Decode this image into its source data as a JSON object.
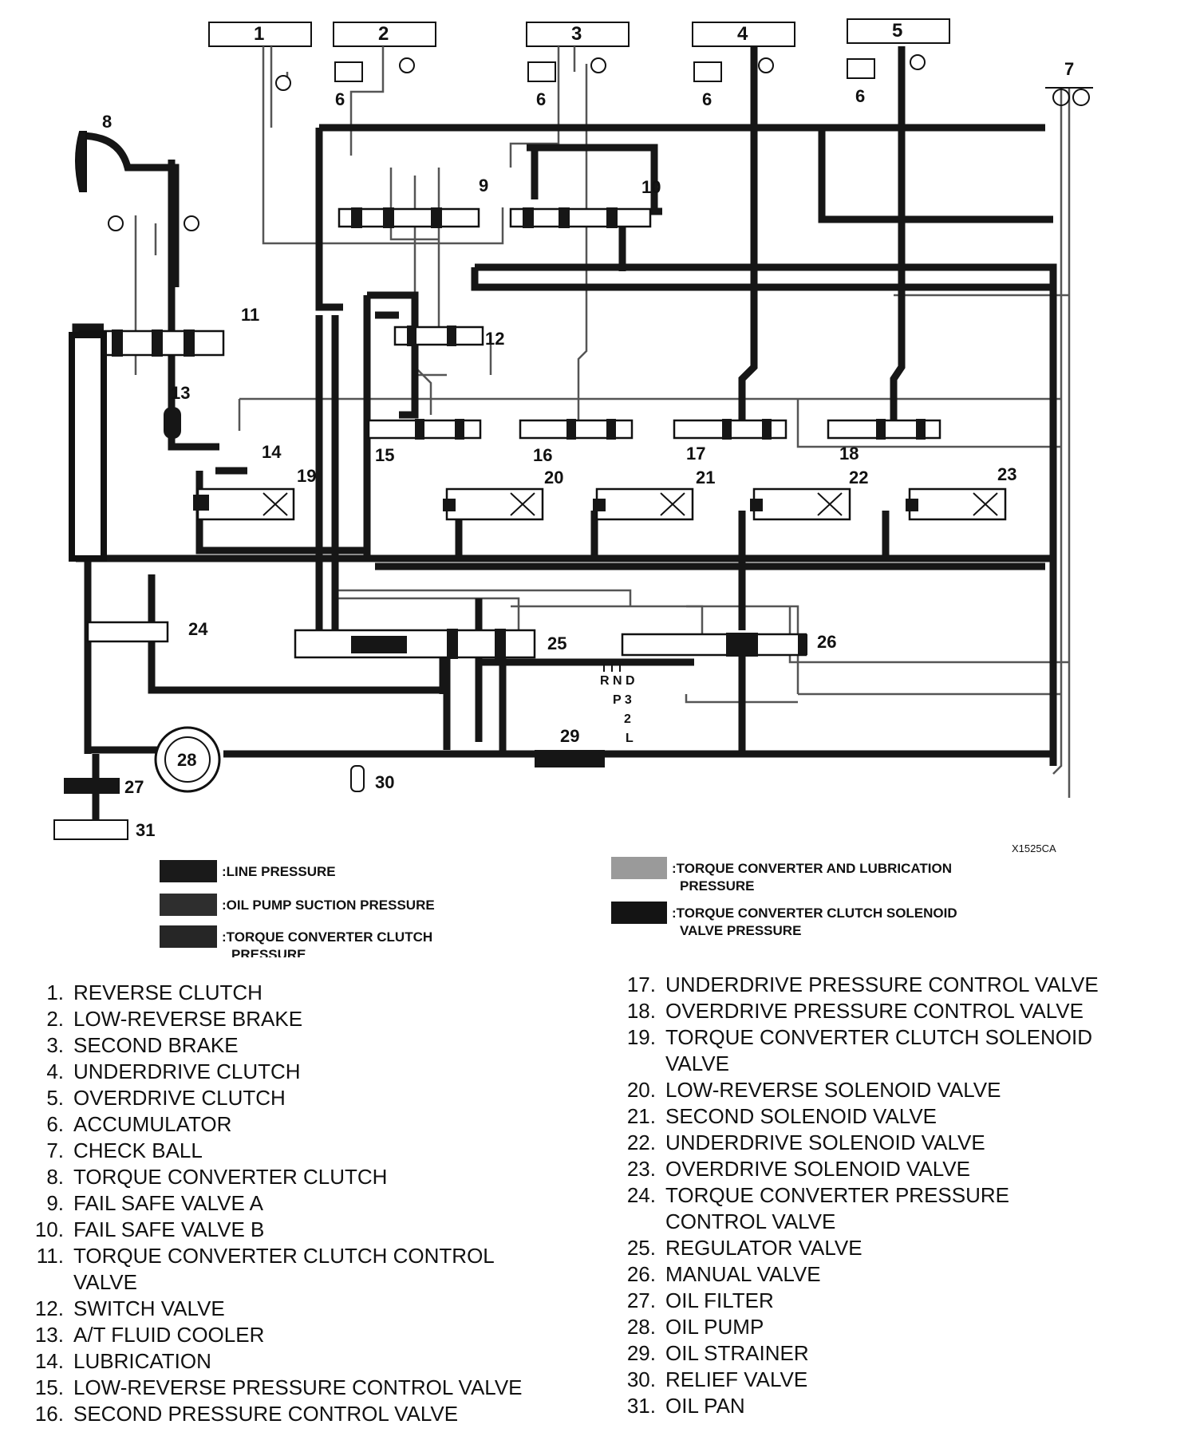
{
  "components": {
    "boxes": [
      "1",
      "2",
      "3",
      "4",
      "5",
      "31"
    ],
    "callouts": [
      "6",
      "6",
      "6",
      "6",
      "7",
      "8",
      "9",
      "10",
      "11",
      "12",
      "13",
      "14",
      "15",
      "16",
      "17",
      "18",
      "19",
      "20",
      "21",
      "22",
      "23",
      "24",
      "25",
      "26",
      "27",
      "28",
      "29",
      "30"
    ],
    "selector": [
      "R N D",
      "P 3",
      "2",
      "L"
    ]
  },
  "figure_code": "X1525CA",
  "legend": [
    {
      "label": ":LINE PRESSURE",
      "color": "#1a1a1a"
    },
    {
      "label": ":OIL PUMP SUCTION PRESSURE",
      "color": "#2e2e2e"
    },
    {
      "label": ":TORQUE CONVERTER CLUTCH",
      "label2": "PRESSURE",
      "color": "#262626"
    },
    {
      "label": ":TORQUE CONVERTER AND LUBRICATION",
      "label2": "PRESSURE",
      "color": "#9a9a9a"
    },
    {
      "label": ":TORQUE CONVERTER CLUTCH SOLENOID",
      "label2": "VALVE PRESSURE",
      "color": "#141414"
    }
  ],
  "parts_left": [
    {
      "n": "1.",
      "t": "REVERSE CLUTCH"
    },
    {
      "n": "2.",
      "t": "LOW-REVERSE BRAKE"
    },
    {
      "n": "3.",
      "t": "SECOND BRAKE"
    },
    {
      "n": "4.",
      "t": "UNDERDRIVE CLUTCH"
    },
    {
      "n": "5.",
      "t": "OVERDRIVE CLUTCH"
    },
    {
      "n": "6.",
      "t": "ACCUMULATOR"
    },
    {
      "n": "7.",
      "t": "CHECK BALL"
    },
    {
      "n": "8.",
      "t": "TORQUE CONVERTER CLUTCH"
    },
    {
      "n": "9.",
      "t": "FAIL SAFE VALVE A"
    },
    {
      "n": "10.",
      "t": "FAIL SAFE VALVE B"
    },
    {
      "n": "11.",
      "t": "TORQUE CONVERTER CLUTCH CONTROL"
    },
    {
      "n": "",
      "t": "VALVE"
    },
    {
      "n": "12.",
      "t": "SWITCH VALVE"
    },
    {
      "n": "13.",
      "t": "A/T FLUID COOLER"
    },
    {
      "n": "14.",
      "t": "LUBRICATION"
    },
    {
      "n": "15.",
      "t": "LOW-REVERSE PRESSURE CONTROL VALVE"
    },
    {
      "n": "16.",
      "t": "SECOND PRESSURE CONTROL VALVE"
    }
  ],
  "parts_right": [
    {
      "n": "17.",
      "t": "UNDERDRIVE PRESSURE CONTROL VALVE"
    },
    {
      "n": "18.",
      "t": "OVERDRIVE PRESSURE CONTROL VALVE"
    },
    {
      "n": "19.",
      "t": "TORQUE CONVERTER CLUTCH SOLENOID"
    },
    {
      "n": "",
      "t": "VALVE"
    },
    {
      "n": "20.",
      "t": "LOW-REVERSE SOLENOID VALVE"
    },
    {
      "n": "21.",
      "t": "SECOND SOLENOID VALVE"
    },
    {
      "n": "22.",
      "t": "UNDERDRIVE SOLENOID VALVE"
    },
    {
      "n": "23.",
      "t": "OVERDRIVE SOLENOID VALVE"
    },
    {
      "n": "24.",
      "t": "TORQUE CONVERTER PRESSURE"
    },
    {
      "n": "",
      "t": "CONTROL VALVE"
    },
    {
      "n": "25.",
      "t": "REGULATOR VALVE"
    },
    {
      "n": "26.",
      "t": "MANUAL VALVE"
    },
    {
      "n": "27.",
      "t": "OIL FILTER"
    },
    {
      "n": "28.",
      "t": "OIL PUMP"
    },
    {
      "n": "29.",
      "t": "OIL STRAINER"
    },
    {
      "n": "30.",
      "t": "RELIEF VALVE"
    },
    {
      "n": "31.",
      "t": "OIL PAN"
    }
  ]
}
